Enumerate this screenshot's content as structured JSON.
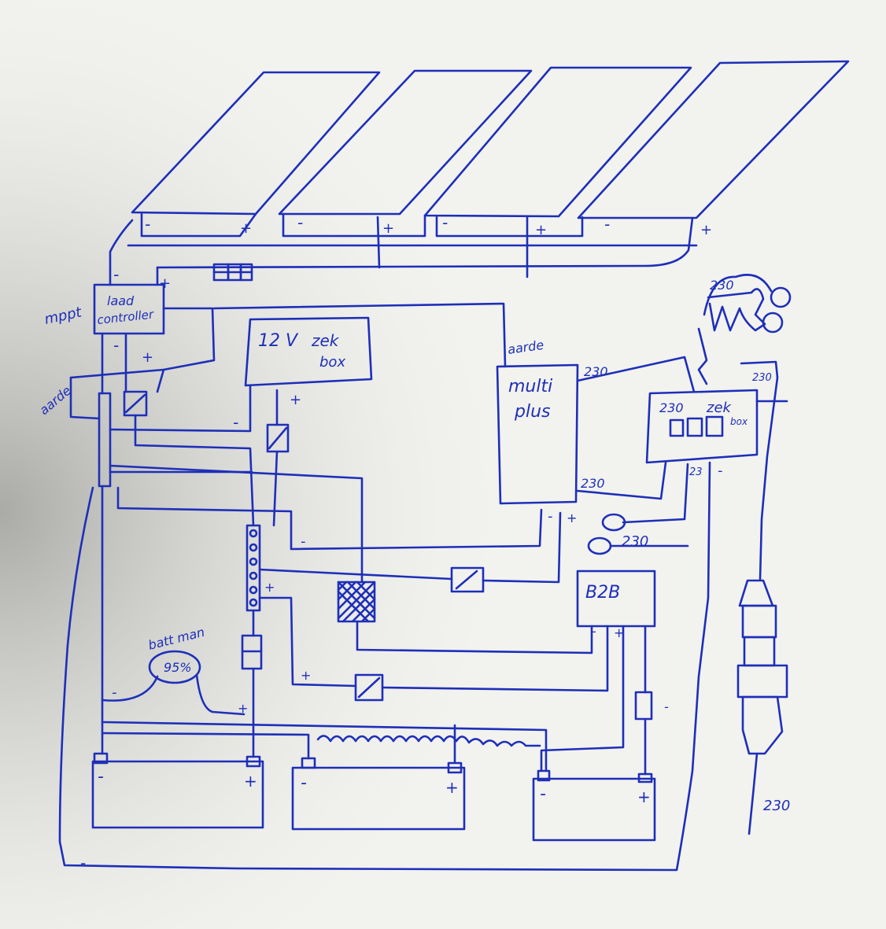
{
  "panels": [
    {
      "minus": "-",
      "plus": "+"
    },
    {
      "minus": "-",
      "plus": "+"
    },
    {
      "minus": "-",
      "plus": "+"
    },
    {
      "minus": "-",
      "plus": "+"
    }
  ],
  "mppt": {
    "side_label": "mppt",
    "line1": "laad",
    "line2": "controller",
    "minus": "-",
    "plus": "+",
    "out_minus": "-",
    "out_plus": "+"
  },
  "dc_fusebox": {
    "line1": "12 V",
    "line2": "zek",
    "line3": "box",
    "plus": "+",
    "minus": "-"
  },
  "multiplus": {
    "line1": "multi",
    "line2": "plus",
    "ground_label": "aarde",
    "ac_in_label": "230",
    "ac_out_label": "230",
    "minus": "-",
    "plus": "+"
  },
  "ac_fusebox": {
    "line1": "230",
    "line2": "zek",
    "line3": "box",
    "in_label": "230",
    "out_label": "23",
    "minus": "-"
  },
  "sockets": {
    "label": "230"
  },
  "cable_top_label": "230",
  "cable_bottom_label": "230",
  "b2b": {
    "label": "B2B",
    "minus": "-",
    "plus": "+",
    "fuse_minus": "-"
  },
  "busbar": {
    "ground_label": "aarde",
    "minus": "-",
    "plus": "+"
  },
  "battery_monitor": {
    "label": "batt man",
    "value": "95%",
    "minus": "-",
    "plus": "+"
  },
  "batteries": [
    {
      "minus": "-",
      "plus": "+"
    },
    {
      "minus": "-",
      "plus": "+"
    },
    {
      "minus": "-",
      "plus": "+"
    }
  ],
  "loop_minus": "-",
  "misc_plus": "+"
}
